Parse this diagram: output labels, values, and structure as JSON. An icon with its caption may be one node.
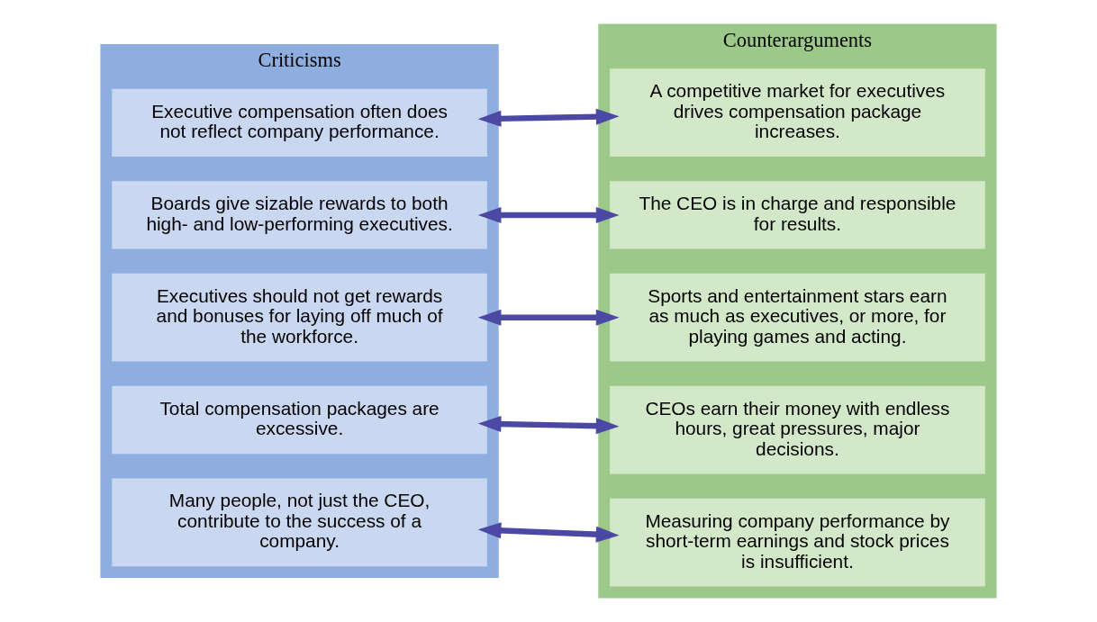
{
  "diagram": {
    "nodes": [
      {
        "text": [
          "Criticisms"
        ]
      },
      {
        "text": [
          "Executive compensation often does not reflect company performance."
        ],
        "in": 0
      },
      {
        "text": [
          "Boards give sizable rewards to both high- and low-performing executives."
        ],
        "in": 0
      },
      {
        "text": [
          "Executives should not get rewards and bonuses for laying off much of the workforce."
        ],
        "in": 0
      },
      {
        "text": [
          "Total compensation packages are excessive."
        ],
        "in": 0
      },
      {
        "text": [
          "Many people, not just the CEO, contribute to the success of a company."
        ],
        "in": 0
      },
      {
        "text": [
          "Counterarguments"
        ]
      },
      {
        "text": [
          "A competitive market for executives drives compensation package increases."
        ],
        "in": 6
      },
      {
        "text": [
          "The CEO is in charge and responsible for results."
        ],
        "in": 6
      },
      {
        "text": [
          "Sports and entertainment stars earn as much as executives, or more, for playing games and acting."
        ],
        "in": 6
      },
      {
        "text": [
          "CEOs earn their money with endless hours, great pressures, major decisions."
        ],
        "in": 6
      },
      {
        "text": [
          "Measuring company performance by short-term earnings and stock prices is insufficient."
        ],
        "in": 6
      }
    ],
    "edges": [
      {
        "from": 1,
        "to": 7,
        "arrow": "both"
      },
      {
        "from": 2,
        "to": 8,
        "arrow": "both"
      },
      {
        "from": 3,
        "to": 9,
        "arrow": "both"
      },
      {
        "from": 4,
        "to": 10,
        "arrow": "both"
      },
      {
        "from": 5,
        "to": 11,
        "arrow": "both"
      }
    ]
  }
}
